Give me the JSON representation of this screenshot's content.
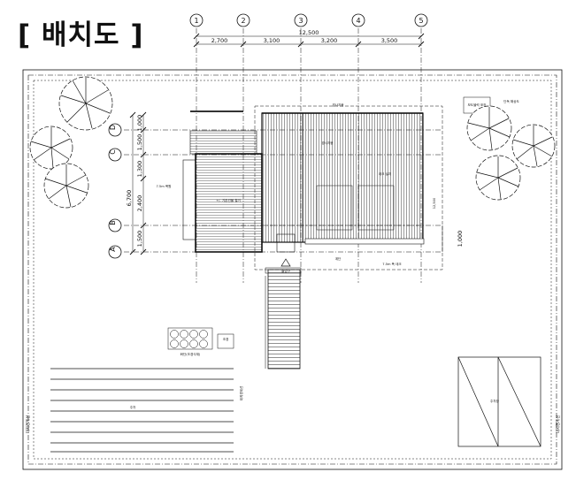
{
  "title": "[ 배치도 ]",
  "grid_columns": [
    "1",
    "2",
    "3",
    "4",
    "5"
  ],
  "grid_rows": [
    "A",
    "B",
    "C",
    "D"
  ],
  "dims_top": {
    "total": "12,500",
    "spans": [
      "2,700",
      "3,100",
      "3,200",
      "3,500"
    ]
  },
  "dims_left": {
    "total": "6,700",
    "spans": [
      "1,500",
      "2,400",
      "1,300",
      "1,500",
      "1,000"
    ]
  },
  "dim_right_small": "1,000",
  "notes": {
    "upper_right_box": "보도블럭 포장",
    "upper_right": "단독 해상도",
    "left_small": "7.5m 폭원",
    "center_main": "+/- 기존건물 철거",
    "roof_upper": "경사지붕",
    "roof_mid": "경사지붕",
    "roof_right": "데크 설치",
    "bottom_mid": "계단",
    "bottom_right": "7.5m 폭 데크",
    "entrance": "출입구",
    "planter_label": "화단(조경식재)",
    "planter_side": "조경",
    "parking_label": "주차",
    "parking_side": "대지경계선",
    "right_box_label": "주차장",
    "left_vertical": "대지경계선",
    "right_vertical": "대지경계선"
  }
}
